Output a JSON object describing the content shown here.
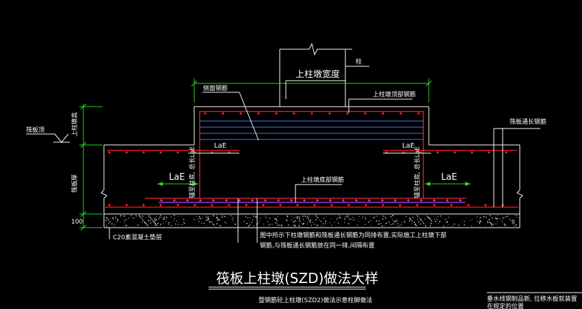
{
  "title": "筏板上柱墩(SZD)做法大样",
  "subtitle": "暨钢筋砼上柱墩(SZD2)做法示意柱脚做法",
  "labels": {
    "upper_pier_width": "上柱墩宽度",
    "column": "柱",
    "side_rebar": "侧面钢筋",
    "upper_pier_top_rebar": "上柱墩顶部钢筋",
    "raft_top": "筏板顶",
    "upper_pier_height": "上柱墩高",
    "raft_thickness": "筏板厚",
    "raft_through_rebar": "筏板通长钢筋",
    "lae_left_upper": "LaE",
    "lae_right_upper": "LaE",
    "lae_left_lower": "LaE",
    "lae_right_lower": "LaE",
    "anchor_left": "锚至柱底, 总长LaE",
    "anchor_right": "锚至柱底, 总长LaE",
    "upper_pier_bottom_rebar": "上柱墩底部钢筋",
    "cushion_thickness": "100",
    "cushion_label": "C20素混凝土垫层",
    "note_line1": "图中所示下柱墩钢筋和筏板通长钢筋为同排布置,实际施工上柱墩下部",
    "note_line2": "钢筋,与筏板通长钢筋放在同一排,间隔布置",
    "corner_note_line1": "垂水线钢制品新, 位移水板就装置",
    "corner_note_line2": "在规定的位置"
  },
  "colors": {
    "concrete_outline": "#ffffff",
    "rebar_main": "#ff2020",
    "rebar_mesh": "#3a7bff",
    "rebar_bottom_extra": "#c040ff",
    "dimension": "#22dd22",
    "leader": "#ffffff"
  }
}
